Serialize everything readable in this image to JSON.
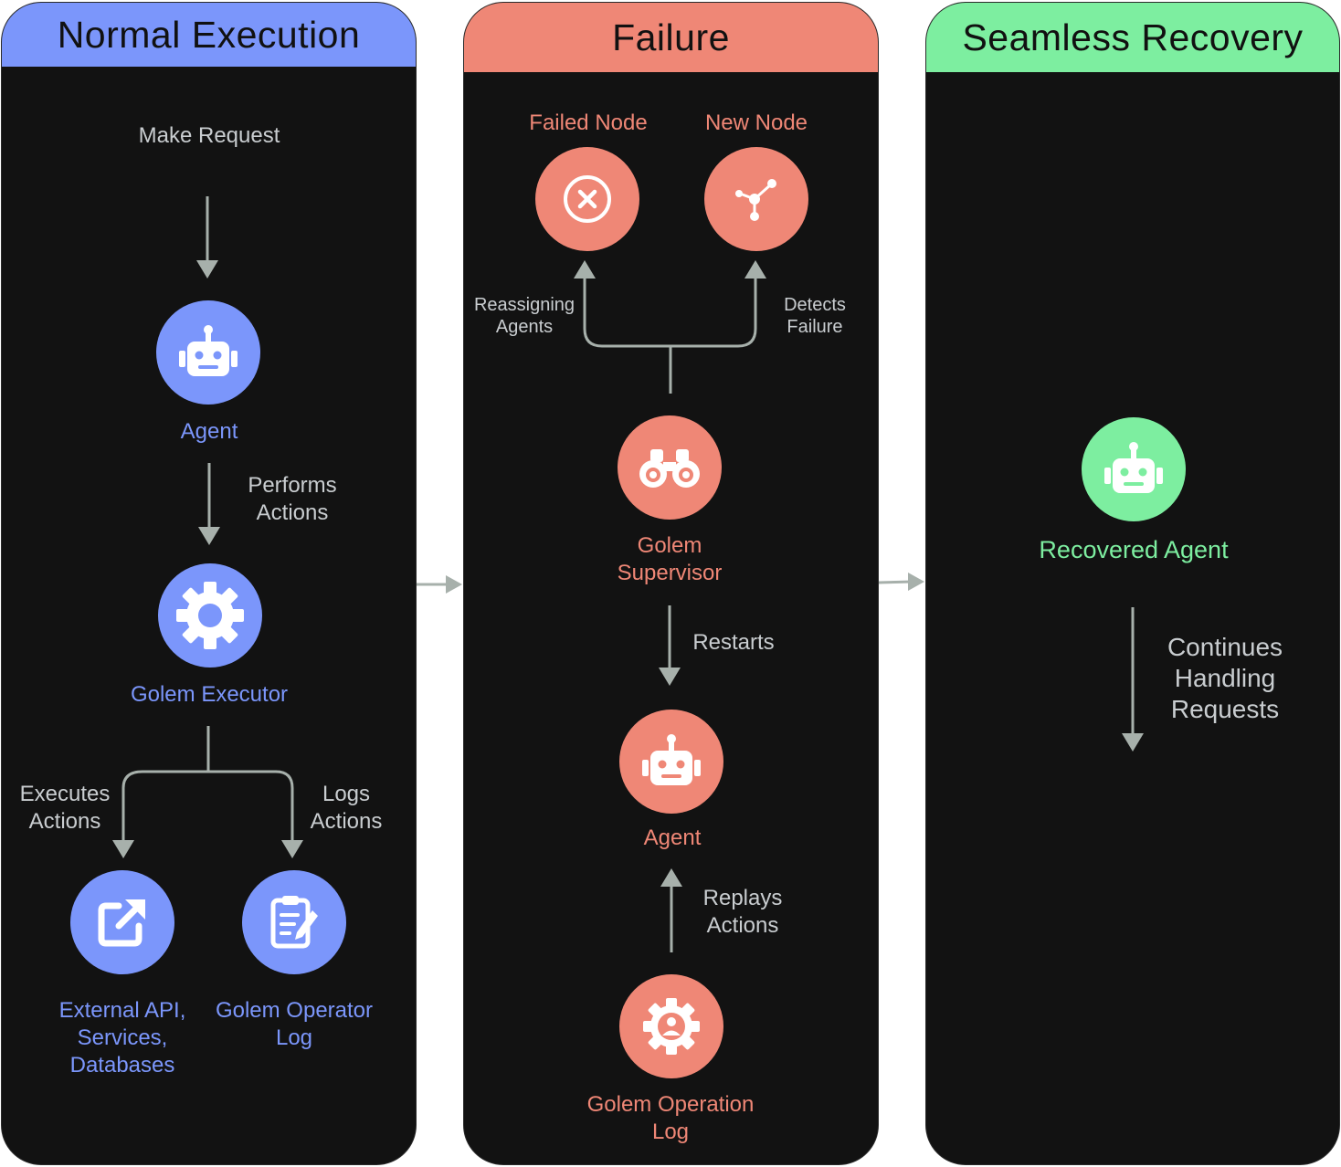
{
  "panels": {
    "normal": {
      "title": "Normal Execution",
      "make_request": "Make Request",
      "agent": "Agent",
      "performs_actions": "Performs Actions",
      "executor": "Golem Executor",
      "executes_actions": "Executes Actions",
      "logs_actions": "Logs Actions",
      "external": "External API, Services, Databases",
      "operator_log": "Golem Operator Log"
    },
    "failure": {
      "title": "Failure",
      "failed_node": "Failed Node",
      "new_node": "New Node",
      "reassigning": "Reassigning Agents",
      "detects": "Detects Failure",
      "supervisor": "Golem Supervisor",
      "restarts": "Restarts",
      "agent": "Agent",
      "replays": "Replays Actions",
      "operation_log": "Golem Operation Log"
    },
    "recovery": {
      "title": "Seamless Recovery",
      "recovered_agent": "Recovered Agent",
      "continues": "Continues Handling Requests"
    }
  },
  "icons": {
    "agent": "robot-icon",
    "executor": "gear-icon",
    "external": "external-link-icon",
    "log": "clipboard-icon",
    "failed": "close-circle-icon",
    "new_node": "network-node-icon",
    "supervisor": "binoculars-icon",
    "operation_log": "gear-user-icon"
  },
  "colors": {
    "normal": "#7b96fb",
    "failure": "#ef8776",
    "recovery": "#7deea0",
    "connector": "#a7b0ab",
    "panel_bg": "#121212"
  }
}
